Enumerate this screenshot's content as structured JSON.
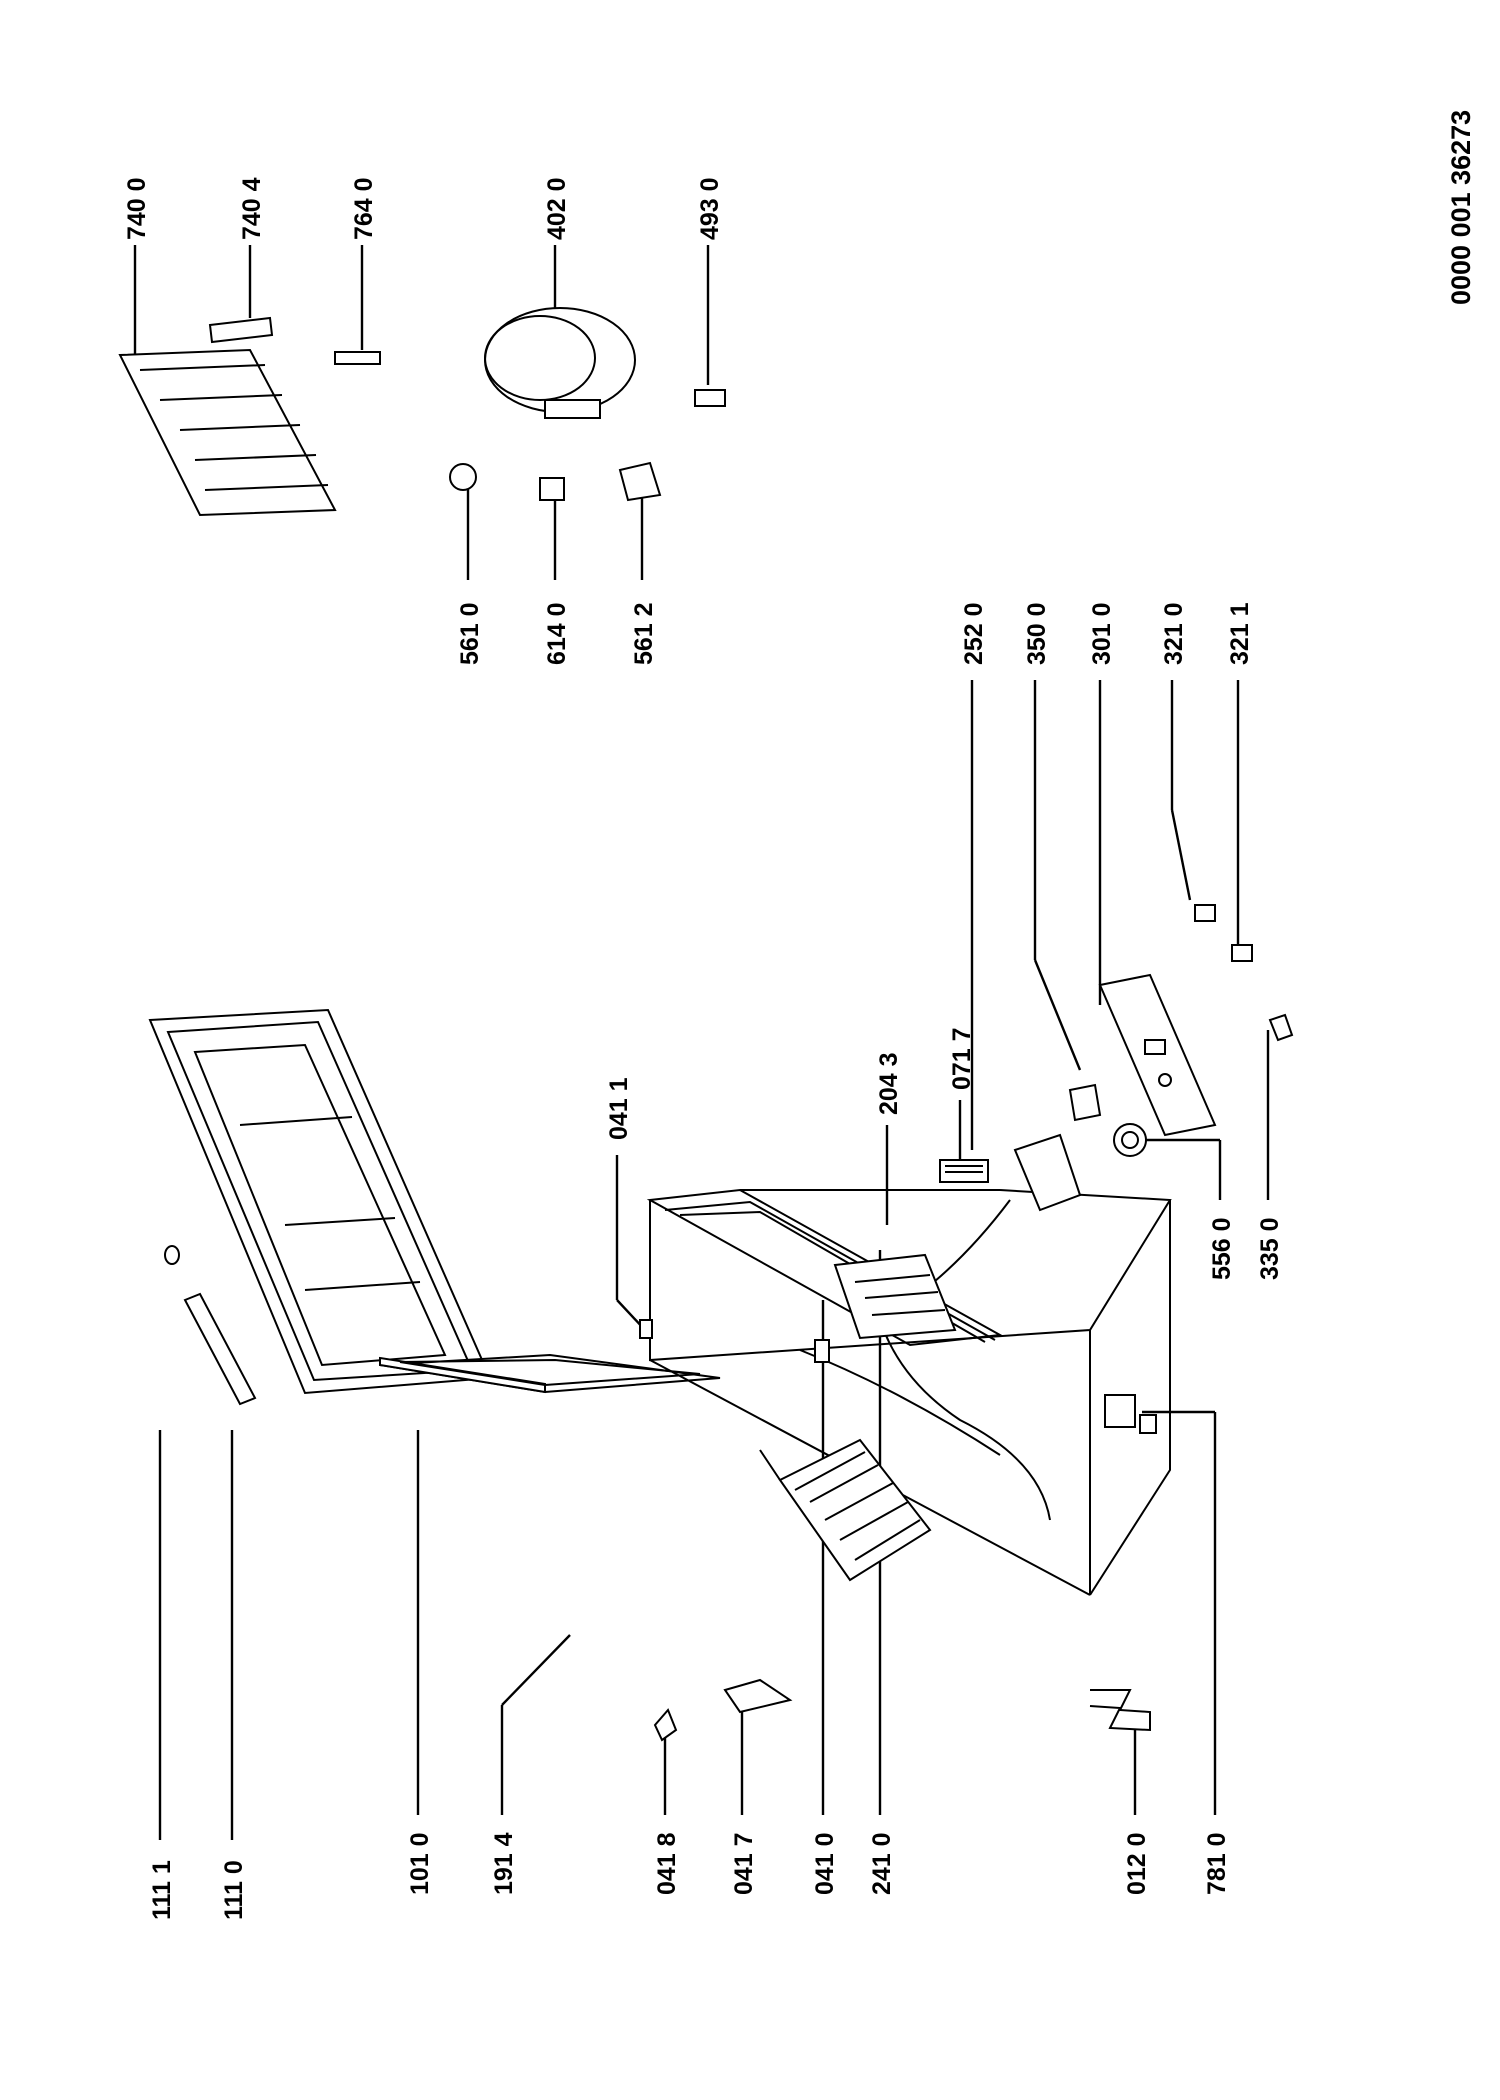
{
  "document": {
    "number": "0000 001 36273"
  },
  "labels": [
    {
      "id": "111-1",
      "text": "111 1"
    },
    {
      "id": "111-0",
      "text": "111 0"
    },
    {
      "id": "101-0",
      "text": "101 0"
    },
    {
      "id": "191-4",
      "text": "191 4"
    },
    {
      "id": "041-8",
      "text": "041 8"
    },
    {
      "id": "041-7",
      "text": "041 7"
    },
    {
      "id": "041-0",
      "text": "041 0"
    },
    {
      "id": "241-0",
      "text": "241 0"
    },
    {
      "id": "012-0",
      "text": "012 0"
    },
    {
      "id": "781-0",
      "text": "781 0"
    },
    {
      "id": "041-1",
      "text": "041 1"
    },
    {
      "id": "204-3",
      "text": "204 3"
    },
    {
      "id": "071-7",
      "text": "071 7"
    },
    {
      "id": "556-0",
      "text": "556 0"
    },
    {
      "id": "335-0",
      "text": "335 0"
    },
    {
      "id": "252-0",
      "text": "252 0"
    },
    {
      "id": "350-0",
      "text": "350 0"
    },
    {
      "id": "301-0",
      "text": "301 0"
    },
    {
      "id": "321-0",
      "text": "321 0"
    },
    {
      "id": "321-1",
      "text": "321 1"
    },
    {
      "id": "561-0",
      "text": "561 0"
    },
    {
      "id": "614-0",
      "text": "614 0"
    },
    {
      "id": "561-2",
      "text": "561 2"
    },
    {
      "id": "740-0",
      "text": "740 0"
    },
    {
      "id": "740-4",
      "text": "740 4"
    },
    {
      "id": "764-0",
      "text": "764 0"
    },
    {
      "id": "402-0",
      "text": "402 0"
    },
    {
      "id": "493-0",
      "text": "493 0"
    }
  ]
}
